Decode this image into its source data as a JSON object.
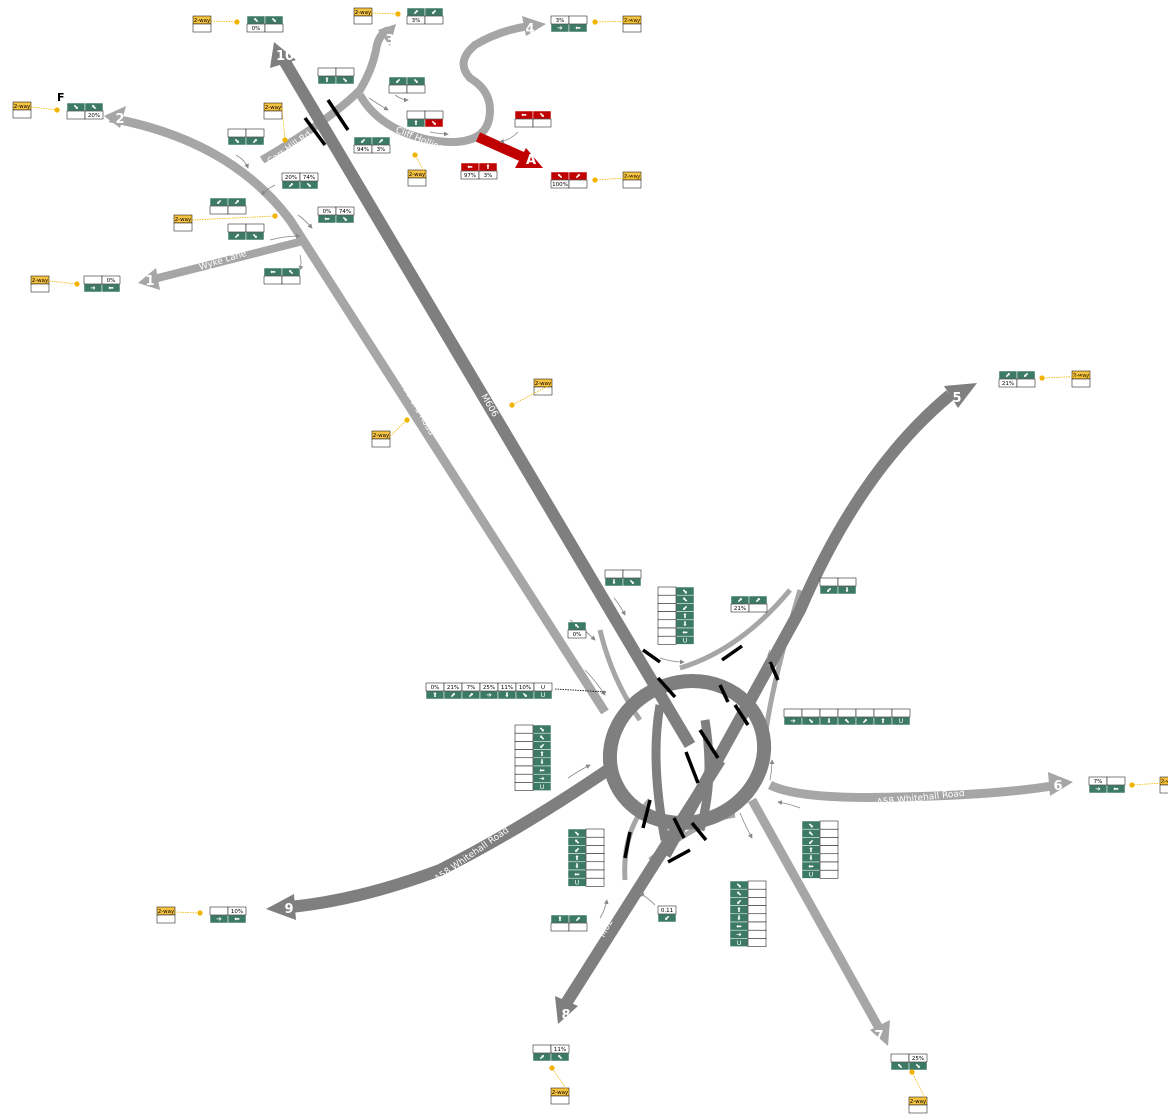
{
  "colors": {
    "road_dark": "#7f7f7f",
    "road_light": "#a6a6a6",
    "accent_red": "#c00000",
    "panel_green": "#3d7a66",
    "tag_yellow": "#f5c242",
    "dot_orange": "#f0b400"
  },
  "roads": {
    "m606": "M606",
    "m62_ne": "M62",
    "m62_s": "M62",
    "bradford_road": "Bradford Road",
    "a638": "A638 Bradford Road",
    "a58_e": "A58 Whitehall Road",
    "a58_w": "A58 Whitehall Road",
    "wyke": "Wyke Lane",
    "mill_carr": "Mill Carr Hill Rd",
    "cliff_hollins": "Cliff Hollins Ln"
  },
  "exits": [
    "1",
    "2",
    "3",
    "4",
    "5",
    "6",
    "7",
    "8",
    "9",
    "10",
    "A"
  ],
  "tag": "2-way",
  "marker": "F",
  "panels": {
    "p10": [
      "0%"
    ],
    "p3": [
      "3%"
    ],
    "p4": [
      "3%"
    ],
    "p2": [
      "20%"
    ],
    "p1": [
      "0%"
    ],
    "pA": [
      "100%"
    ],
    "p5": [
      "21%"
    ],
    "p6": [
      "7%"
    ],
    "p9": [
      "10%"
    ],
    "p8": [
      "11%"
    ],
    "p7": [
      "25%"
    ],
    "pmid1": [
      "94%",
      "3%"
    ],
    "pmid2": [
      "97%",
      "3%"
    ],
    "pmid3": [
      "20%",
      "74%"
    ],
    "pmid4": [
      "0%",
      "74%"
    ],
    "pbig": [
      "0%",
      "21%",
      "7%",
      "25%",
      "11%",
      "10%",
      "U"
    ],
    "pne": [
      "21%"
    ],
    "psm1": [
      "0%"
    ],
    "psm2": [
      "0.11"
    ],
    "u": "U"
  }
}
